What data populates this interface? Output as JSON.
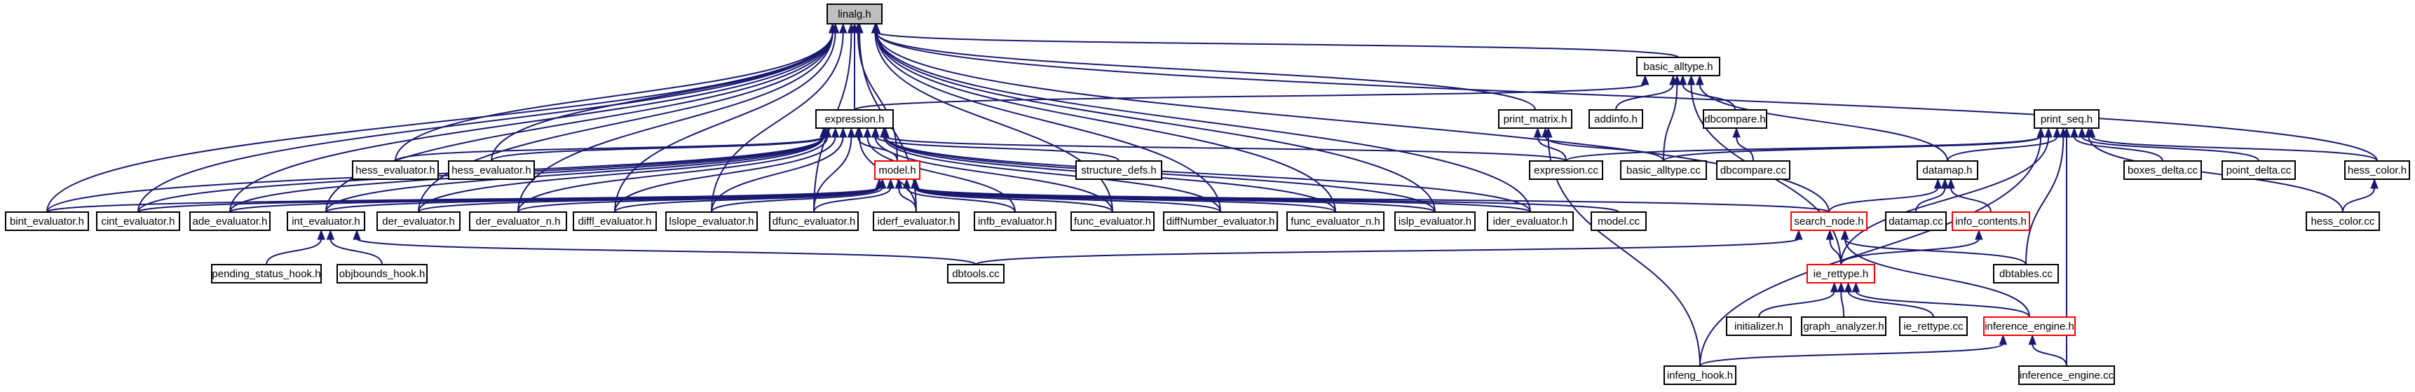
{
  "diagram": {
    "title": "",
    "colors": {
      "edge": "#191970",
      "node_border": "#000000",
      "highlight_border": "#ff0000",
      "root_fill": "#bfbfbf"
    },
    "nodes": [
      {
        "id": "linalg_h",
        "label": "linalg.h",
        "style": "root"
      },
      {
        "id": "basic_alltype_h",
        "label": "basic_alltype.h"
      },
      {
        "id": "expression_h",
        "label": "expression.h"
      },
      {
        "id": "print_matrix_h",
        "label": "print_matrix.h"
      },
      {
        "id": "addinfo_h",
        "label": "addinfo.h"
      },
      {
        "id": "dbcompare_h",
        "label": "dbcompare.h"
      },
      {
        "id": "print_seq_h",
        "label": "print_seq.h"
      },
      {
        "id": "hess_evaluator_h_1",
        "label": "hess_evaluator.h"
      },
      {
        "id": "hess_evaluator_h_2",
        "label": "hess_evaluator.h"
      },
      {
        "id": "structure_defs_h",
        "label": "structure_defs.h"
      },
      {
        "id": "expression_cc",
        "label": "expression.cc"
      },
      {
        "id": "basic_alltype_cc",
        "label": "basic_alltype.cc"
      },
      {
        "id": "dbcompare_cc",
        "label": "dbcompare.cc"
      },
      {
        "id": "datamap_h",
        "label": "datamap.h"
      },
      {
        "id": "boxes_delta_cc",
        "label": "boxes_delta.cc"
      },
      {
        "id": "point_delta_cc",
        "label": "point_delta.cc"
      },
      {
        "id": "hess_color_h",
        "label": "hess_color.h"
      },
      {
        "id": "model_h",
        "label": "model.h",
        "style": "red"
      },
      {
        "id": "bint_evaluator_h",
        "label": "bint_evaluator.h"
      },
      {
        "id": "cint_evaluator_h",
        "label": "cint_evaluator.h"
      },
      {
        "id": "ade_evaluator_h",
        "label": "ade_evaluator.h"
      },
      {
        "id": "int_evaluator_h",
        "label": "int_evaluator.h"
      },
      {
        "id": "der_evaluator_h",
        "label": "der_evaluator.h"
      },
      {
        "id": "der_evaluator_n_h",
        "label": "der_evaluator_n.h"
      },
      {
        "id": "diffl_evaluator_h",
        "label": "diffl_evaluator.h"
      },
      {
        "id": "lslope_evaluator_h",
        "label": "lslope_evaluator.h"
      },
      {
        "id": "dfunc_evaluator_h",
        "label": "dfunc_evaluator.h"
      },
      {
        "id": "iderf_evaluator_h",
        "label": "iderf_evaluator.h"
      },
      {
        "id": "infb_evaluator_h",
        "label": "infb_evaluator.h"
      },
      {
        "id": "func_evaluator_h",
        "label": "func_evaluator.h"
      },
      {
        "id": "diffnumber_evaluator_h",
        "label": "diffNumber_evaluator.h"
      },
      {
        "id": "func_evaluator_n_h",
        "label": "func_evaluator_n.h"
      },
      {
        "id": "islp_evaluator_h",
        "label": "islp_evaluator.h"
      },
      {
        "id": "ider_evaluator_h",
        "label": "ider_evaluator.h"
      },
      {
        "id": "model_cc",
        "label": "model.cc"
      },
      {
        "id": "search_node_h",
        "label": "search_node.h",
        "style": "red"
      },
      {
        "id": "datamap_cc",
        "label": "datamap.cc"
      },
      {
        "id": "info_contents_h",
        "label": "info_contents.h",
        "style": "red"
      },
      {
        "id": "hess_color_cc",
        "label": "hess_color.cc"
      },
      {
        "id": "pending_status_hook_h",
        "label": "pending_status_hook.h"
      },
      {
        "id": "objbounds_hook_h",
        "label": "objbounds_hook.h"
      },
      {
        "id": "dbtools_cc",
        "label": "dbtools.cc"
      },
      {
        "id": "ie_rettype_h",
        "label": "ie_rettype.h",
        "style": "red"
      },
      {
        "id": "dbtables_cc",
        "label": "dbtables.cc"
      },
      {
        "id": "initializer_h",
        "label": "initializer.h"
      },
      {
        "id": "graph_analyzer_h",
        "label": "graph_analyzer.h"
      },
      {
        "id": "ie_rettype_cc",
        "label": "ie_rettype.cc"
      },
      {
        "id": "inference_engine_h",
        "label": "inference_engine.h",
        "style": "red"
      },
      {
        "id": "infeng_hook_h",
        "label": "infeng_hook.h"
      },
      {
        "id": "inference_engine_cc",
        "label": "inference_engine.cc"
      }
    ],
    "edges": [
      [
        "basic_alltype_h",
        "linalg_h"
      ],
      [
        "expression_h",
        "linalg_h"
      ],
      [
        "print_matrix_h",
        "linalg_h"
      ],
      [
        "hess_color_h",
        "linalg_h"
      ],
      [
        "hess_evaluator_h_1",
        "linalg_h"
      ],
      [
        "hess_evaluator_h_2",
        "linalg_h"
      ],
      [
        "model_h",
        "linalg_h"
      ],
      [
        "bint_evaluator_h",
        "linalg_h"
      ],
      [
        "cint_evaluator_h",
        "linalg_h"
      ],
      [
        "ade_evaluator_h",
        "linalg_h"
      ],
      [
        "int_evaluator_h",
        "linalg_h"
      ],
      [
        "der_evaluator_h",
        "linalg_h"
      ],
      [
        "der_evaluator_n_h",
        "linalg_h"
      ],
      [
        "diffl_evaluator_h",
        "linalg_h"
      ],
      [
        "lslope_evaluator_h",
        "linalg_h"
      ],
      [
        "dfunc_evaluator_h",
        "linalg_h"
      ],
      [
        "iderf_evaluator_h",
        "linalg_h"
      ],
      [
        "func_evaluator_h",
        "linalg_h"
      ],
      [
        "diffnumber_evaluator_h",
        "linalg_h"
      ],
      [
        "func_evaluator_n_h",
        "linalg_h"
      ],
      [
        "islp_evaluator_h",
        "linalg_h"
      ],
      [
        "ider_evaluator_h",
        "linalg_h"
      ],
      [
        "search_node_h",
        "linalg_h"
      ],
      [
        "expression_h",
        "basic_alltype_h"
      ],
      [
        "addinfo_h",
        "basic_alltype_h"
      ],
      [
        "dbcompare_h",
        "basic_alltype_h"
      ],
      [
        "basic_alltype_cc",
        "basic_alltype_h"
      ],
      [
        "datamap_h",
        "basic_alltype_h"
      ],
      [
        "ie_rettype_h",
        "basic_alltype_h"
      ],
      [
        "expression_cc",
        "print_matrix_h"
      ],
      [
        "basic_alltype_cc",
        "print_matrix_h"
      ],
      [
        "infeng_hook_h",
        "print_matrix_h"
      ],
      [
        "dbcompare_cc",
        "dbcompare_h"
      ],
      [
        "expression_cc",
        "print_seq_h"
      ],
      [
        "basic_alltype_cc",
        "print_seq_h"
      ],
      [
        "datamap_h",
        "print_seq_h"
      ],
      [
        "boxes_delta_cc",
        "print_seq_h"
      ],
      [
        "point_delta_cc",
        "print_seq_h"
      ],
      [
        "hess_color_h",
        "print_seq_h"
      ],
      [
        "hess_color_cc",
        "print_seq_h"
      ],
      [
        "dbtables_cc",
        "print_seq_h"
      ],
      [
        "ie_rettype_h",
        "print_seq_h"
      ],
      [
        "infeng_hook_h",
        "print_seq_h"
      ],
      [
        "inference_engine_cc",
        "print_seq_h"
      ],
      [
        "hess_color_cc",
        "hess_color_h"
      ],
      [
        "model_h",
        "expression_h"
      ],
      [
        "hess_evaluator_h_1",
        "expression_h"
      ],
      [
        "hess_evaluator_h_2",
        "expression_h"
      ],
      [
        "structure_defs_h",
        "expression_h"
      ],
      [
        "bint_evaluator_h",
        "expression_h"
      ],
      [
        "cint_evaluator_h",
        "expression_h"
      ],
      [
        "ade_evaluator_h",
        "expression_h"
      ],
      [
        "int_evaluator_h",
        "expression_h"
      ],
      [
        "der_evaluator_h",
        "expression_h"
      ],
      [
        "der_evaluator_n_h",
        "expression_h"
      ],
      [
        "diffl_evaluator_h",
        "expression_h"
      ],
      [
        "lslope_evaluator_h",
        "expression_h"
      ],
      [
        "dfunc_evaluator_h",
        "expression_h"
      ],
      [
        "iderf_evaluator_h",
        "expression_h"
      ],
      [
        "infb_evaluator_h",
        "expression_h"
      ],
      [
        "func_evaluator_h",
        "expression_h"
      ],
      [
        "diffnumber_evaluator_h",
        "expression_h"
      ],
      [
        "func_evaluator_n_h",
        "expression_h"
      ],
      [
        "islp_evaluator_h",
        "expression_h"
      ],
      [
        "ider_evaluator_h",
        "expression_h"
      ],
      [
        "expression_cc",
        "expression_h"
      ],
      [
        "bint_evaluator_h",
        "model_h"
      ],
      [
        "cint_evaluator_h",
        "model_h"
      ],
      [
        "ade_evaluator_h",
        "model_h"
      ],
      [
        "int_evaluator_h",
        "model_h"
      ],
      [
        "der_evaluator_h",
        "model_h"
      ],
      [
        "der_evaluator_n_h",
        "model_h"
      ],
      [
        "diffl_evaluator_h",
        "model_h"
      ],
      [
        "lslope_evaluator_h",
        "model_h"
      ],
      [
        "dfunc_evaluator_h",
        "model_h"
      ],
      [
        "iderf_evaluator_h",
        "model_h"
      ],
      [
        "infb_evaluator_h",
        "model_h"
      ],
      [
        "func_evaluator_h",
        "model_h"
      ],
      [
        "diffnumber_evaluator_h",
        "model_h"
      ],
      [
        "func_evaluator_n_h",
        "model_h"
      ],
      [
        "islp_evaluator_h",
        "model_h"
      ],
      [
        "ider_evaluator_h",
        "model_h"
      ],
      [
        "model_cc",
        "model_h"
      ],
      [
        "search_node_h",
        "model_h"
      ],
      [
        "pending_status_hook_h",
        "int_evaluator_h"
      ],
      [
        "objbounds_hook_h",
        "int_evaluator_h"
      ],
      [
        "dbtools_cc",
        "int_evaluator_h"
      ],
      [
        "search_node_h",
        "datamap_h"
      ],
      [
        "datamap_cc",
        "datamap_h"
      ],
      [
        "info_contents_h",
        "datamap_h"
      ],
      [
        "dbtools_cc",
        "search_node_h"
      ],
      [
        "ie_rettype_h",
        "search_node_h"
      ],
      [
        "dbtables_cc",
        "search_node_h"
      ],
      [
        "inference_engine_h",
        "search_node_h"
      ],
      [
        "ie_rettype_h",
        "info_contents_h"
      ],
      [
        "initializer_h",
        "ie_rettype_h"
      ],
      [
        "graph_analyzer_h",
        "ie_rettype_h"
      ],
      [
        "ie_rettype_cc",
        "ie_rettype_h"
      ],
      [
        "inference_engine_h",
        "ie_rettype_h"
      ],
      [
        "infeng_hook_h",
        "inference_engine_h"
      ],
      [
        "inference_engine_cc",
        "inference_engine_h"
      ]
    ]
  }
}
